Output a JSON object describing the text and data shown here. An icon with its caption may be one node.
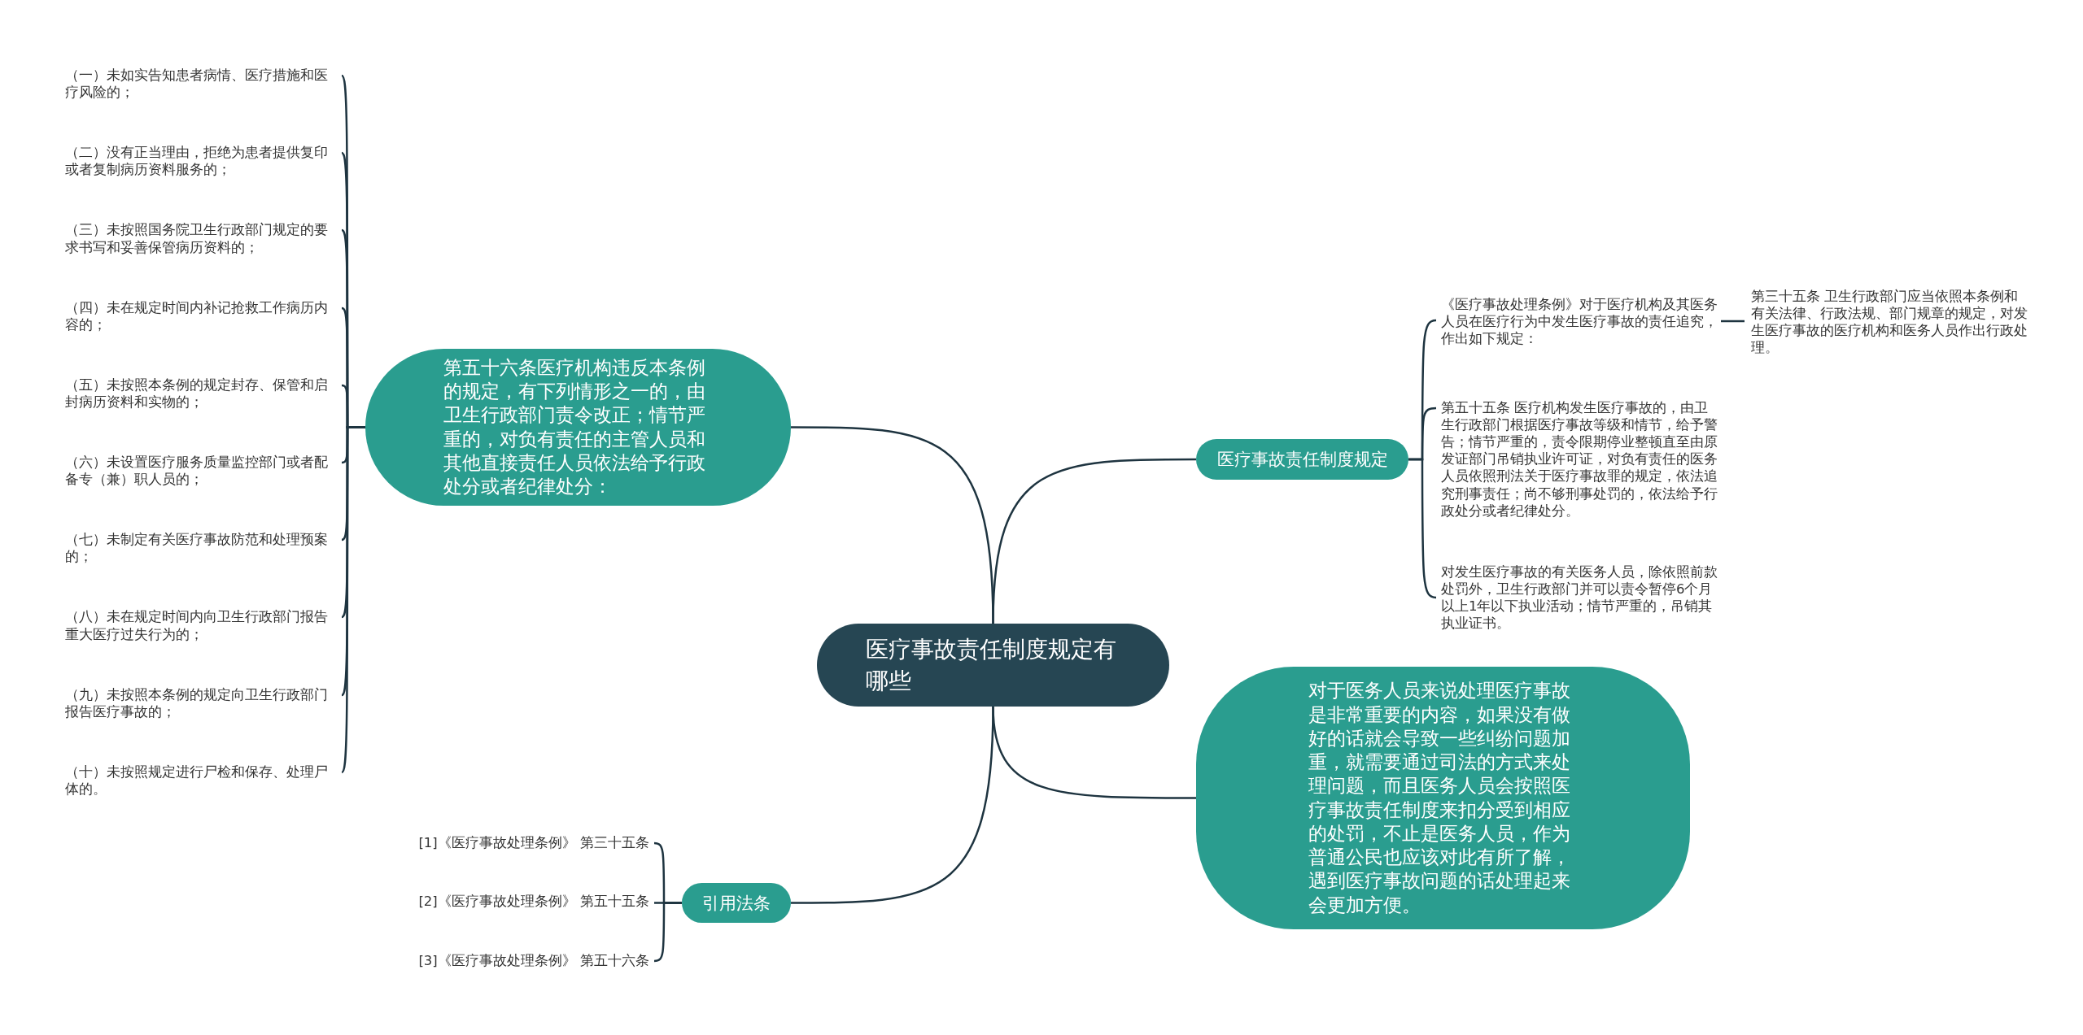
{
  "diagram": {
    "nodes": [
      {
        "text": [
          "医疗事故责任制度规定有哪些"
        ]
      },
      {
        "text": [
          "第五十六条医疗机构违反本条例的规定，有下列情形之一的，由卫生行政部门责令改正；情节严重的，对负有责任的主管人员和其他直接责任人员依法给予行政处分或者纪律处分："
        ]
      },
      {
        "text": [
          "（一）未如实告知患者病情、医疗措施和医疗风险的；"
        ]
      },
      {
        "text": [
          "（二）没有正当理由，拒绝为患者提供复印或者复制病历资料服务的；"
        ]
      },
      {
        "text": [
          "（三）未按照国务院卫生行政部门规定的要求书写和妥善保管病历资料的；"
        ]
      },
      {
        "text": [
          "（四）未在规定时间内补记抢救工作病历内容的；"
        ]
      },
      {
        "text": [
          "（五）未按照本条例的规定封存、保管和启封病历资料和实物的；"
        ]
      },
      {
        "text": [
          "（六）未设置医疗服务质量监控部门或者配备专（兼）职人员的；"
        ]
      },
      {
        "text": [
          "（七）未制定有关医疗事故防范和处理预案的；"
        ]
      },
      {
        "text": [
          "（八）未在规定时间内向卫生行政部门报告重大医疗过失行为的；"
        ]
      },
      {
        "text": [
          "（九）未按照本条例的规定向卫生行政部门报告医疗事故的；"
        ]
      },
      {
        "text": [
          "（十）未按照规定进行尸检和保存、处理尸体的。"
        ]
      },
      {
        "text": [
          "医疗事故责任制度规定"
        ]
      },
      {
        "text": [
          "《医疗事故处理条例》对于医疗机构及其医务人员在医疗行为中发生医疗事故的责任追究，作出如下规定："
        ]
      },
      {
        "text": [
          "第三十五条 卫生行政部门应当依照本条例和有关法律、行政法规、部门规章的规定，对发生医疗事故的医疗机构和医务人员作出行政处理。"
        ]
      },
      {
        "text": [
          "第五十五条 医疗机构发生医疗事故的，由卫生行政部门根据医疗事故等级和情节，给予警告；情节严重的，责令限期停业整顿直至由原发证部门吊销执业许可证，对负有责任的医务人员依照刑法关于医疗事故罪的规定，依法追究刑事责任；尚不够刑事处罚的，依法给予行政处分或者纪律处分。"
        ]
      },
      {
        "text": [
          "对发生医疗事故的有关医务人员，除依照前款处罚外，卫生行政部门并可以责令暂停6个月以上1年以下执业活动；情节严重的，吊销其执业证书。"
        ]
      },
      {
        "text": [
          "对于医务人员来说处理医疗事故是非常重要的内容，如果没有做好的话就会导致一些纠纷问题加重，就需要通过司法的方式来处理问题，而且医务人员会按照医疗事故责任制度来扣分受到相应的处罚，不止是医务人员，作为普通公民也应该对此有所了解，遇到医疗事故问题的话处理起来会更加方便。"
        ]
      },
      {
        "text": [
          "引用法条"
        ]
      },
      {
        "text": [
          "[1]《医疗事故处理条例》 第三十五条"
        ]
      },
      {
        "text": [
          "[2]《医疗事故处理条例》 第五十五条"
        ]
      },
      {
        "text": [
          "[3]《医疗事故处理条例》 第五十六条"
        ]
      }
    ],
    "edges": [
      {
        "from": 0,
        "to": 1,
        "arrow": "none"
      },
      {
        "from": 1,
        "to": 2,
        "arrow": "none"
      },
      {
        "from": 1,
        "to": 3,
        "arrow": "none"
      },
      {
        "from": 1,
        "to": 4,
        "arrow": "none"
      },
      {
        "from": 1,
        "to": 5,
        "arrow": "none"
      },
      {
        "from": 1,
        "to": 6,
        "arrow": "none"
      },
      {
        "from": 1,
        "to": 7,
        "arrow": "none"
      },
      {
        "from": 1,
        "to": 8,
        "arrow": "none"
      },
      {
        "from": 1,
        "to": 9,
        "arrow": "none"
      },
      {
        "from": 1,
        "to": 10,
        "arrow": "none"
      },
      {
        "from": 1,
        "to": 11,
        "arrow": "none"
      },
      {
        "from": 0,
        "to": 12,
        "arrow": "none"
      },
      {
        "from": 12,
        "to": 13,
        "arrow": "none"
      },
      {
        "from": 13,
        "to": 14,
        "arrow": "none"
      },
      {
        "from": 12,
        "to": 15,
        "arrow": "none"
      },
      {
        "from": 12,
        "to": 16,
        "arrow": "none"
      },
      {
        "from": 0,
        "to": 17,
        "arrow": "none"
      },
      {
        "from": 0,
        "to": 18,
        "arrow": "none"
      },
      {
        "from": 18,
        "to": 19,
        "arrow": "none"
      },
      {
        "from": 18,
        "to": 20,
        "arrow": "none"
      },
      {
        "from": 18,
        "to": 21,
        "arrow": "none"
      }
    ]
  }
}
